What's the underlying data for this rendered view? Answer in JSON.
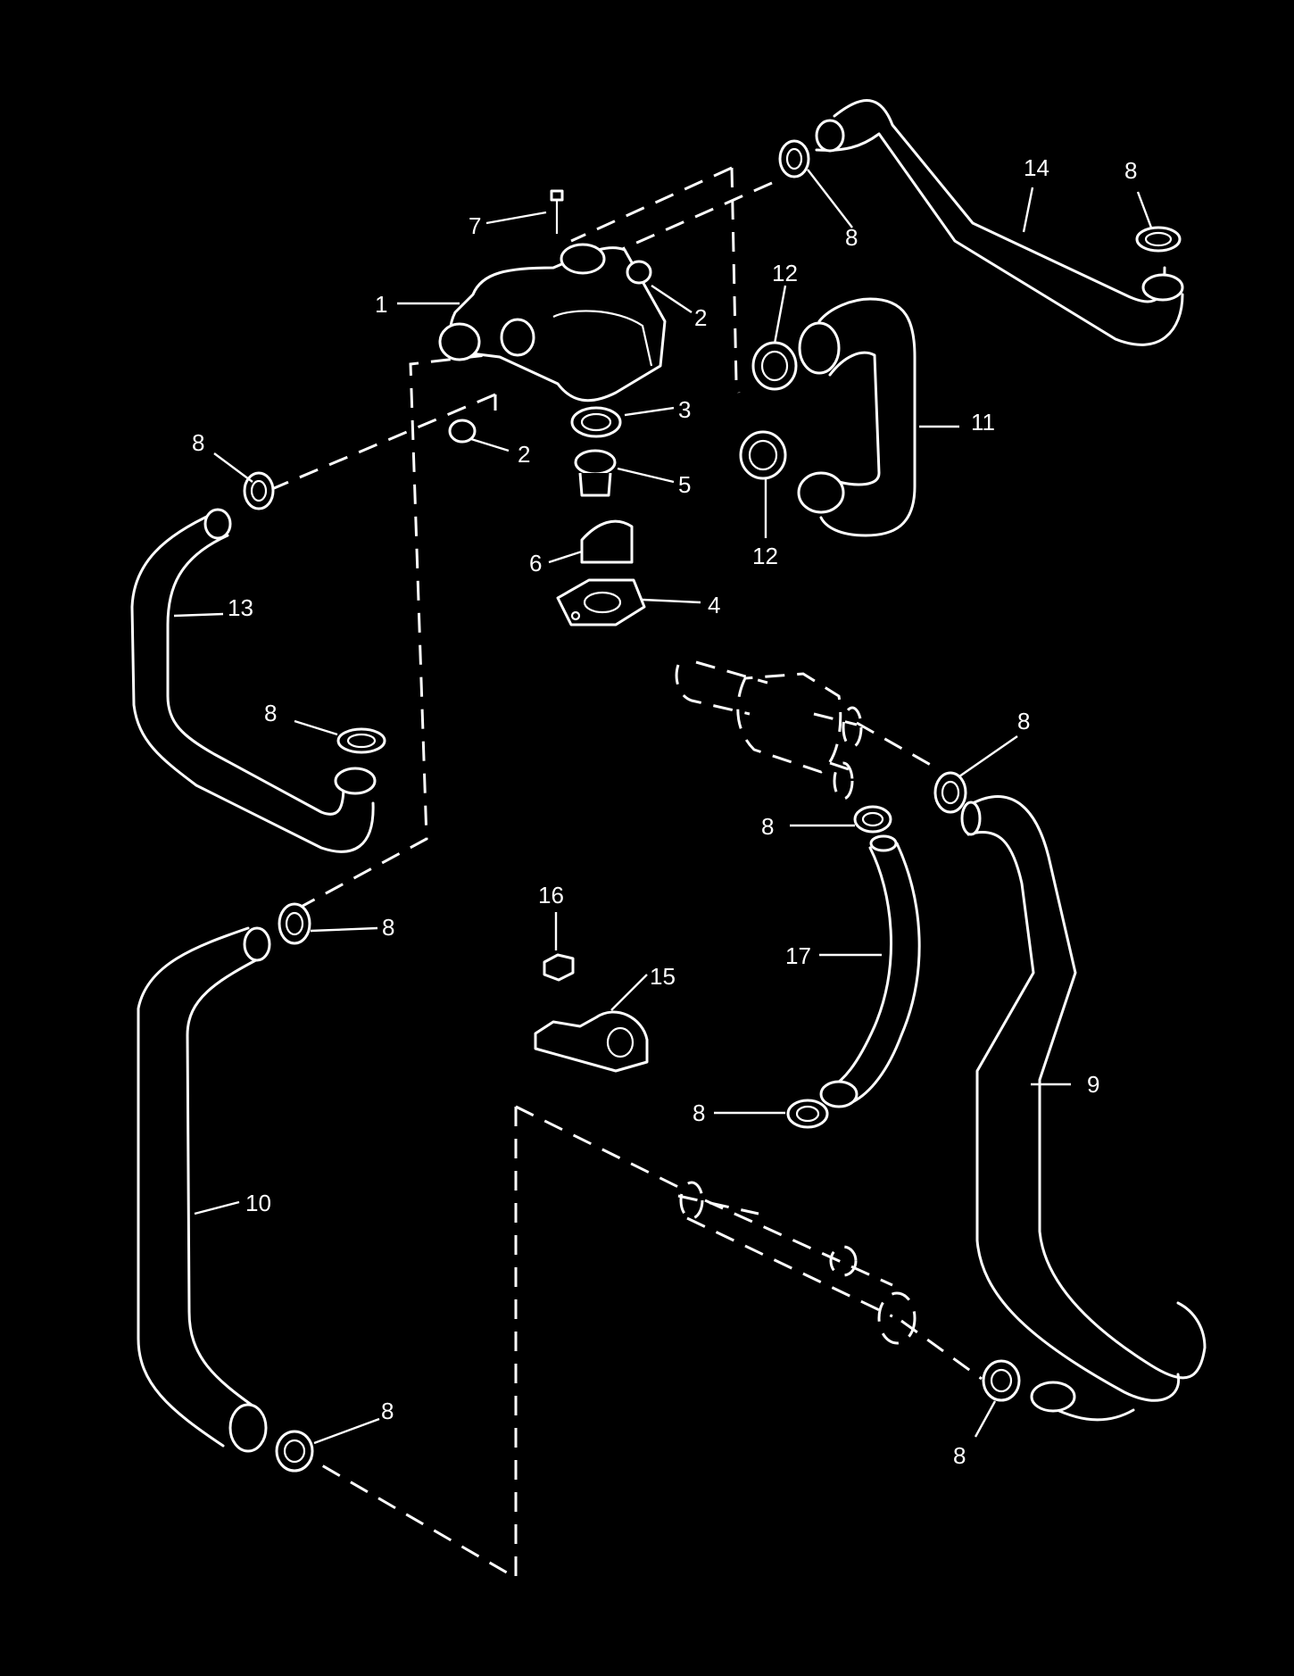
{
  "diagram": {
    "background": "#000000",
    "line_color": "#ffffff",
    "callouts": {
      "c1": "1",
      "c2a": "2",
      "c2b": "2",
      "c3": "3",
      "c4": "4",
      "c5": "5",
      "c6": "6",
      "c7": "7",
      "c8a": "8",
      "c8b": "8",
      "c8c": "8",
      "c8d": "8",
      "c8e": "8",
      "c8f": "8",
      "c8g": "8",
      "c8h": "8",
      "c8i": "8",
      "c8j": "8",
      "c9": "9",
      "c10": "10",
      "c11": "11",
      "c12a": "12",
      "c12b": "12",
      "c13": "13",
      "c14": "14",
      "c15": "15",
      "c16": "16",
      "c17": "17"
    }
  }
}
